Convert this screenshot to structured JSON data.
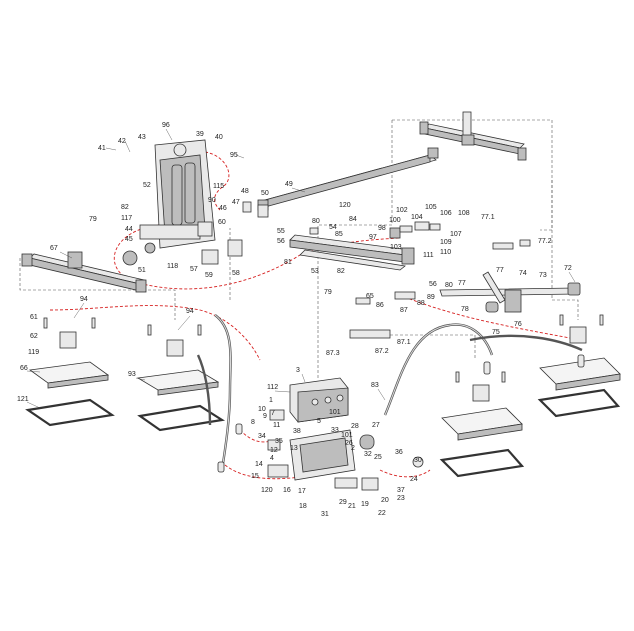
{
  "callouts": {
    "c1": "1",
    "c2": "2",
    "c3": "3",
    "c4": "4",
    "c5": "5",
    "c7": "7",
    "c8": "8",
    "c9": "9",
    "c10": "10",
    "c11": "11",
    "c12": "12",
    "c13": "13",
    "c14": "14",
    "c15": "15",
    "c16": "16",
    "c17": "17",
    "c18": "18",
    "c19": "19",
    "c20": "20",
    "c21": "21",
    "c22": "22",
    "c23": "23",
    "c24": "24",
    "c25": "25",
    "c26": "26",
    "c27": "27",
    "c28": "28",
    "c29": "29",
    "c30": "30",
    "c31": "31",
    "c32": "32",
    "c33": "33",
    "c34": "34",
    "c35": "35",
    "c36": "36",
    "c37": "37",
    "c38": "38",
    "c39": "39",
    "c40": "40",
    "c41": "41",
    "c42": "42",
    "c43": "43",
    "c44": "44",
    "c45": "45",
    "c46": "46",
    "c47": "47",
    "c48": "48",
    "c49": "49",
    "c50": "50",
    "c51": "51",
    "c52": "52",
    "c53": "53",
    "c54": "54",
    "c55": "55",
    "c56": "56",
    "c57": "57",
    "c58": "58",
    "c59": "59",
    "c60": "60",
    "c61": "61",
    "c62": "62",
    "c65": "65",
    "c66": "66",
    "c67": "67",
    "c72": "72",
    "c73": "73",
    "c74": "74",
    "c75": "75",
    "c76": "76",
    "c77": "77",
    "c77_1": "77.1",
    "c77_2": "77.2",
    "c78": "78",
    "c79": "79",
    "c80": "80",
    "c81": "81",
    "c82": "82",
    "c83": "83",
    "c84": "84",
    "c85": "85",
    "c86": "86",
    "c87": "87",
    "c87_1": "87.1",
    "c87_2": "87.2",
    "c87_3": "87.3",
    "c88": "88",
    "c89": "89",
    "c90": "90",
    "c93": "93",
    "c94": "94",
    "c95": "95",
    "c96": "96",
    "c97": "97",
    "c98": "98",
    "c100": "100",
    "c101": "101",
    "c102": "102",
    "c103": "103",
    "c104": "104",
    "c105": "105",
    "c106": "106",
    "c107": "107",
    "c108": "108",
    "c109": "109",
    "c110": "110",
    "c111": "111",
    "c112": "112",
    "c115": "115",
    "c117": "117",
    "c118": "118",
    "c119": "119",
    "c120": "120",
    "c121": "121"
  }
}
